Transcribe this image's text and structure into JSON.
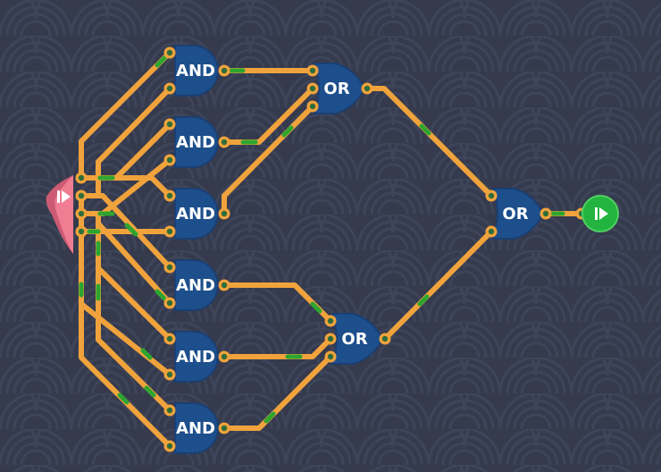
{
  "theme": {
    "background": "#353a4d",
    "wave_pattern": "#3e4459",
    "wire": "#f0a33c",
    "wire_signal": "#2ea52f",
    "gate_fill": "#1d4f8c",
    "gate_border": "#1a3f73",
    "pin_ring": "#f0a33c",
    "pin_core": "#2f6d3a",
    "input_node": "#e8607a",
    "output_node": "#22b43e"
  },
  "icons": {
    "input": "play-arrow-icon",
    "output": "play-arrow-icon"
  },
  "gates": {
    "and1": {
      "label": "AND"
    },
    "and2": {
      "label": "AND"
    },
    "and3": {
      "label": "AND"
    },
    "and4": {
      "label": "AND"
    },
    "and5": {
      "label": "AND"
    },
    "and6": {
      "label": "AND"
    },
    "or1": {
      "label": "OR"
    },
    "or2": {
      "label": "OR"
    },
    "or3": {
      "label": "OR"
    }
  }
}
